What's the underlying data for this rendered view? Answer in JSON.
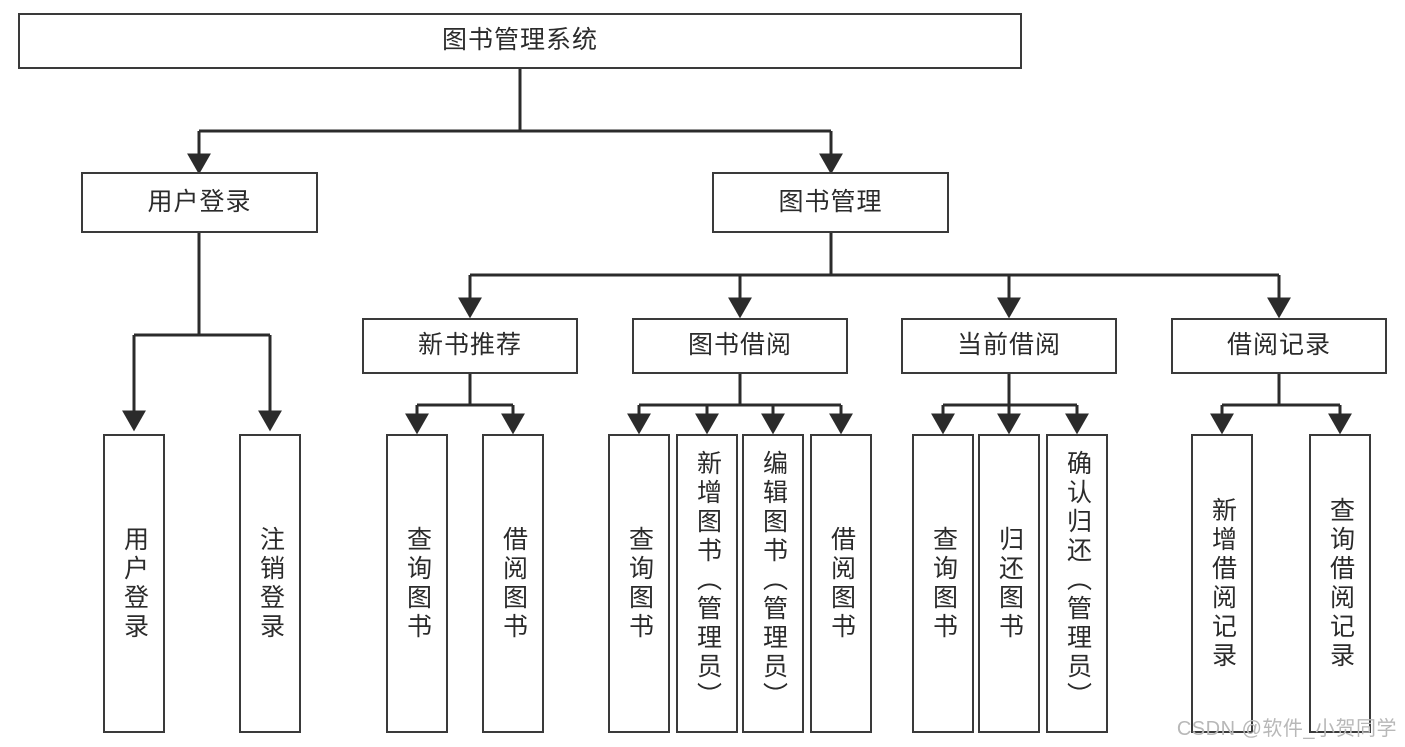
{
  "diagram": {
    "title": "图书管理系统",
    "type": "tree",
    "root": {
      "id": "root",
      "label": "图书管理系统"
    },
    "level2": [
      {
        "id": "user-login",
        "label": "用户登录"
      },
      {
        "id": "book-manage",
        "label": "图书管理"
      }
    ],
    "level3": [
      {
        "id": "new-book-recommend",
        "label": "新书推荐",
        "parent": "book-manage"
      },
      {
        "id": "book-borrow",
        "label": "图书借阅",
        "parent": "book-manage"
      },
      {
        "id": "current-borrow",
        "label": "当前借阅",
        "parent": "book-manage"
      },
      {
        "id": "borrow-record",
        "label": "借阅记录",
        "parent": "book-manage"
      }
    ],
    "leaves": [
      {
        "id": "leaf-user-login",
        "label": "用户登录",
        "parent": "user-login"
      },
      {
        "id": "leaf-logout",
        "label": "注销登录",
        "parent": "user-login"
      },
      {
        "id": "leaf-query-book-1",
        "label": "查询图书",
        "parent": "new-book-recommend"
      },
      {
        "id": "leaf-borrow-book-1",
        "label": "借阅图书",
        "parent": "new-book-recommend"
      },
      {
        "id": "leaf-query-book-2",
        "label": "查询图书",
        "parent": "book-borrow"
      },
      {
        "id": "leaf-add-book",
        "label": "新增图书（管理员）",
        "parent": "book-borrow"
      },
      {
        "id": "leaf-edit-book",
        "label": "编辑图书（管理员）",
        "parent": "book-borrow"
      },
      {
        "id": "leaf-borrow-book-2",
        "label": "借阅图书",
        "parent": "book-borrow"
      },
      {
        "id": "leaf-query-book-3",
        "label": "查询图书",
        "parent": "current-borrow"
      },
      {
        "id": "leaf-return-book",
        "label": "归还图书",
        "parent": "current-borrow"
      },
      {
        "id": "leaf-confirm-return",
        "label": "确认归还（管理员）",
        "parent": "current-borrow"
      },
      {
        "id": "leaf-add-record",
        "label": "新增借阅记录",
        "parent": "borrow-record"
      },
      {
        "id": "leaf-query-record",
        "label": "查询借阅记录",
        "parent": "borrow-record"
      }
    ],
    "colors": {
      "border": "#3a3a3a",
      "text": "#2b2b2b",
      "background": "#ffffff",
      "edge": "#2b2b2b",
      "watermark": "#b8b8b8"
    }
  },
  "watermark": {
    "text": "CSDN @软件_小贺同学"
  }
}
